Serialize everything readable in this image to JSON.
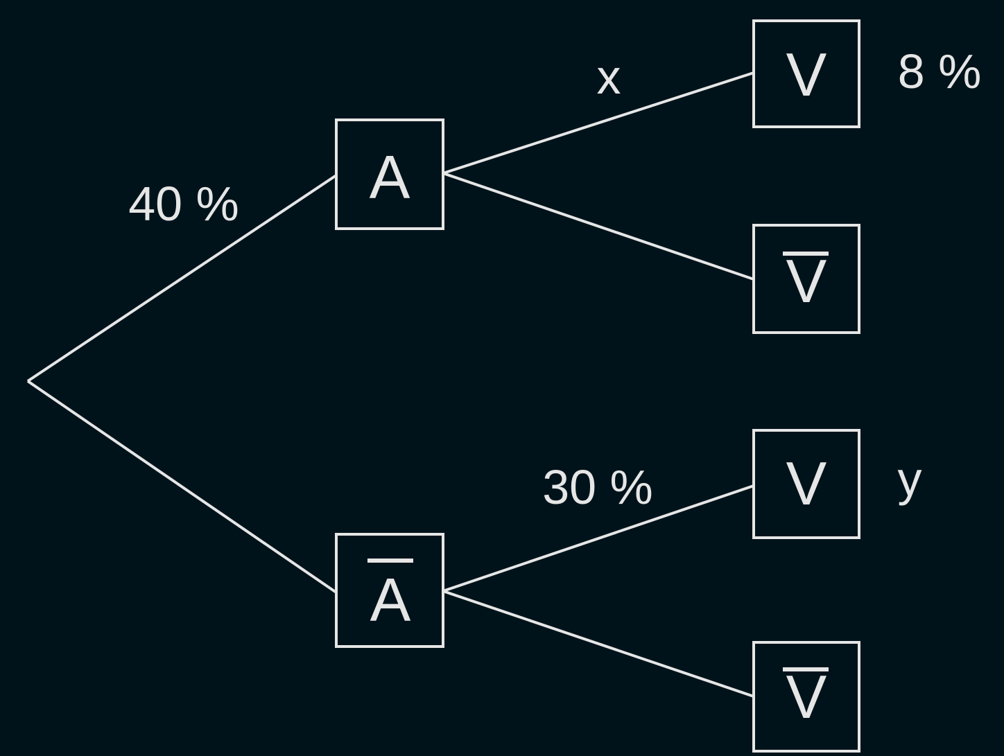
{
  "colors": {
    "background": "#00131b",
    "foreground": "#e6e6e6"
  },
  "tree": {
    "level1": [
      {
        "id": "A",
        "label": "A",
        "overline": false,
        "branch_label": "40 %",
        "children": [
          {
            "id": "A-V",
            "label": "V",
            "overline": false,
            "branch_label": "x",
            "result": "8 %"
          },
          {
            "id": "A-notV",
            "label": "V",
            "overline": true,
            "branch_label": "",
            "result": ""
          }
        ]
      },
      {
        "id": "notA",
        "label": "A",
        "overline": true,
        "branch_label": "",
        "children": [
          {
            "id": "notA-V",
            "label": "V",
            "overline": false,
            "branch_label": "30 %",
            "result": "y"
          },
          {
            "id": "notA-notV",
            "label": "V",
            "overline": true,
            "branch_label": "",
            "result": ""
          }
        ]
      }
    ]
  }
}
